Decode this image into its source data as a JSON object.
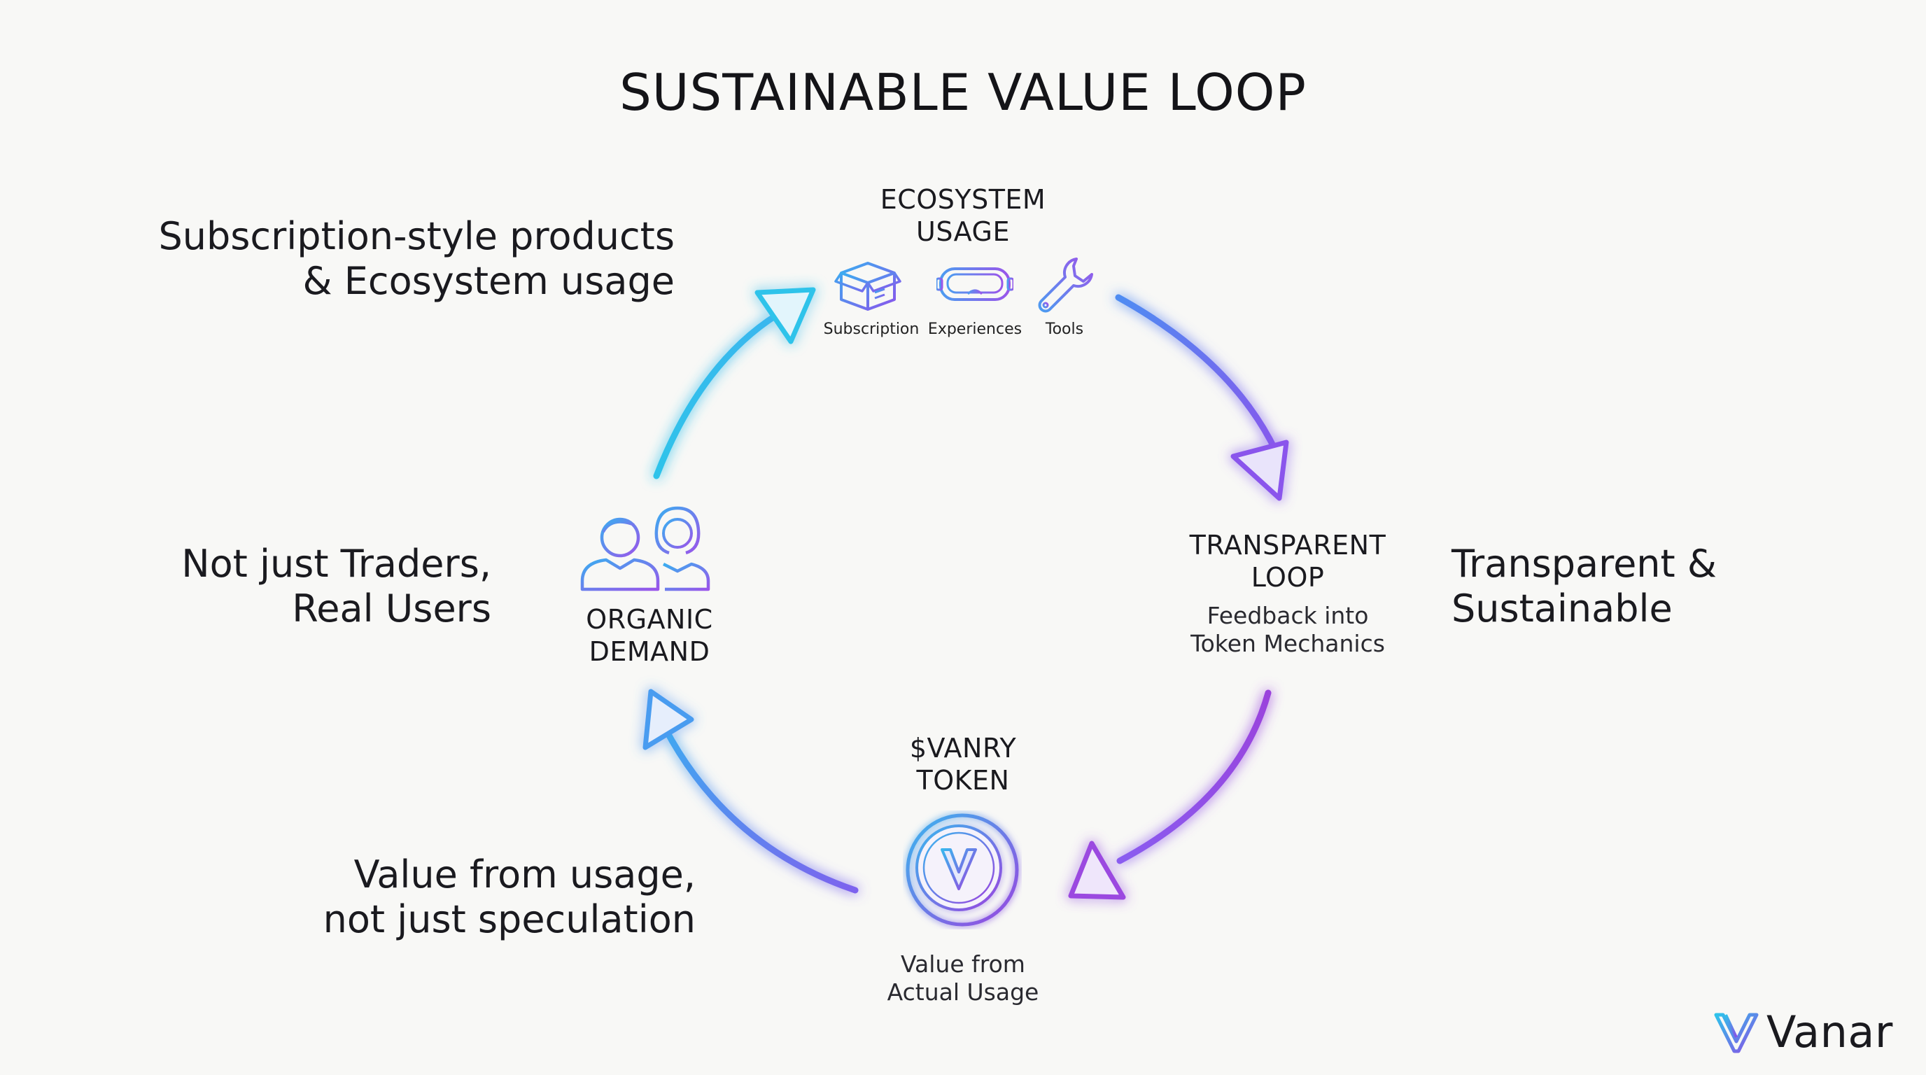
{
  "title": "SUSTAINABLE VALUE LOOP",
  "nodes": {
    "ecosystem": {
      "title_line1": "ECOSYSTEM",
      "title_line2": "USAGE",
      "icons": [
        {
          "icon": "box-icon",
          "label": "Subscription"
        },
        {
          "icon": "vr-headset-icon",
          "label": "Experiences"
        },
        {
          "icon": "wrench-icon",
          "label": "Tools"
        }
      ]
    },
    "transparent": {
      "title_line1": "TRANSPARENT",
      "title_line2": "LOOP",
      "sub_line1": "Feedback into",
      "sub_line2": "Token Mechanics"
    },
    "token": {
      "title_line1": "$VANRY",
      "title_line2": "TOKEN",
      "icon": "vanry-coin-icon",
      "sub_line1": "Value from",
      "sub_line2": "Actual Usage"
    },
    "organic": {
      "icon": "users-icon",
      "title_line1": "ORGANIC",
      "title_line2": "DEMAND"
    }
  },
  "side_labels": {
    "top_left": {
      "line1": "Subscription-style products",
      "line2": "& Ecosystem usage"
    },
    "mid_left": {
      "line1": "Not just Traders,",
      "line2": "Real Users"
    },
    "bottom_left": {
      "line1": "Value from usage,",
      "line2": "not just speculation"
    },
    "mid_right": {
      "line1": "Transparent &",
      "line2": "Sustainable"
    }
  },
  "brand": {
    "name": "Vanar",
    "icon": "vanar-logo-icon"
  },
  "colors": {
    "cyan": "#2ec3ea",
    "blue": "#5b7cf0",
    "violet": "#8b4fe6",
    "purple": "#9b3fd6"
  }
}
